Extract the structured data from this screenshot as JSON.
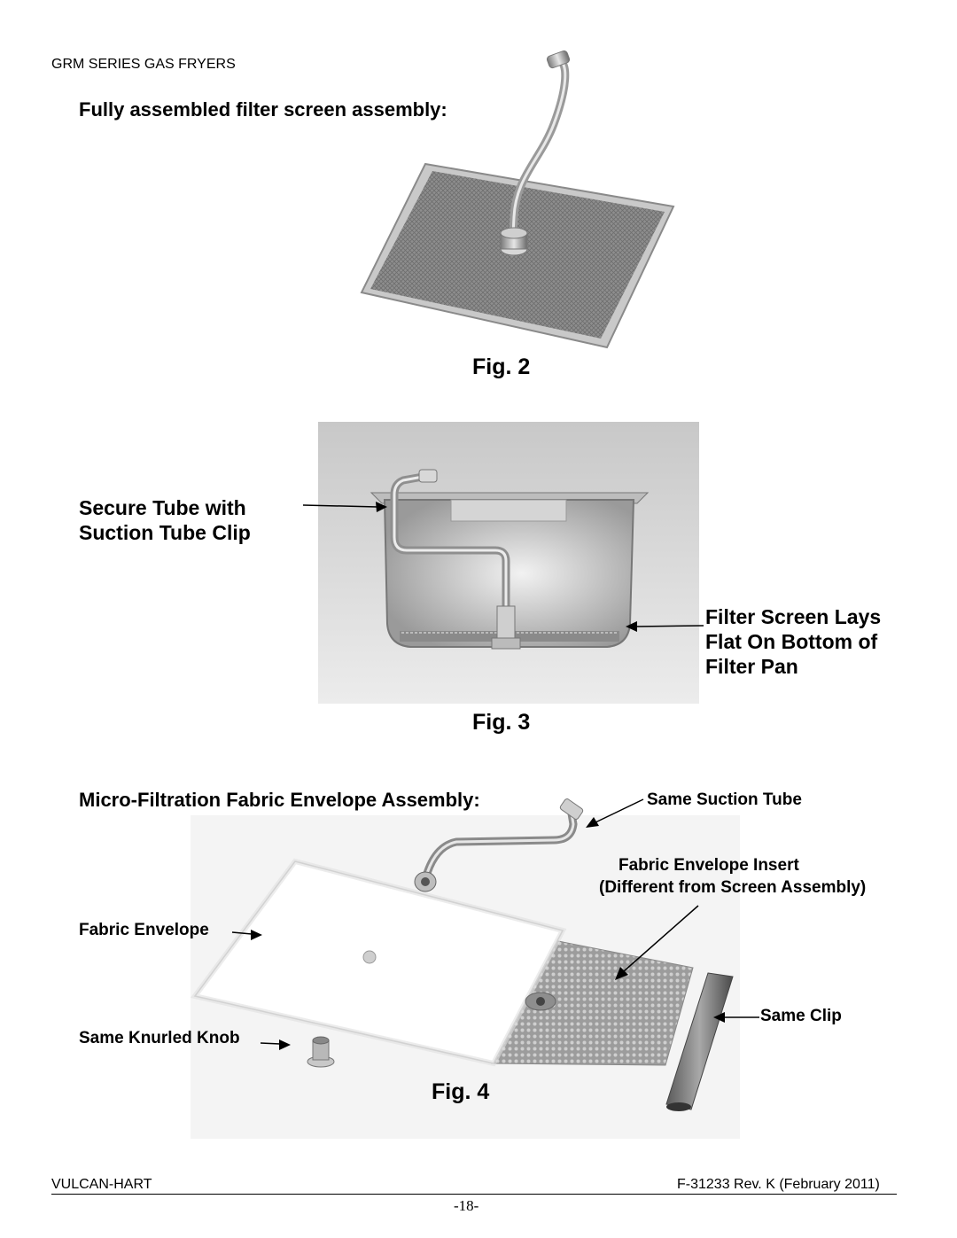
{
  "header": {
    "series": "GRM SERIES GAS FRYERS"
  },
  "fig2": {
    "heading": "Fully assembled filter screen assembly:",
    "caption": "Fig. 2"
  },
  "fig3": {
    "left_label": [
      "Secure Tube with",
      "Suction Tube Clip"
    ],
    "right_label": [
      "Filter Screen Lays",
      "Flat On Bottom of",
      "Filter Pan"
    ],
    "caption": "Fig. 3"
  },
  "fig4": {
    "heading": "Micro-Filtration Fabric Envelope Assembly:",
    "same_suction_tube": "Same Suction Tube",
    "insert_label": [
      "Fabric Envelope Insert",
      "(Different from Screen Assembly)"
    ],
    "fabric_envelope": "Fabric Envelope",
    "same_clip": "Same Clip",
    "same_knurled_knob": "Same Knurled Knob",
    "caption": "Fig. 4"
  },
  "footer": {
    "left": "VULCAN-HART",
    "right": "F-31233 Rev. K (February 2011)",
    "page": "-18-"
  }
}
